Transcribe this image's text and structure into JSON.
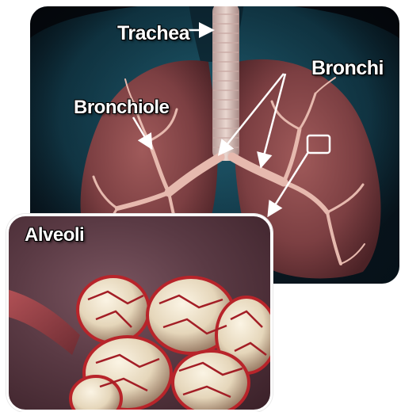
{
  "labels": {
    "trachea": "Trachea",
    "bronchi": "Bronchi",
    "bronchiole": "Bronchiole",
    "alveoli": "Alveoli"
  },
  "colors": {
    "background": "#ffffff",
    "panel_dark": "#060a10",
    "body_silhouette": "#1f6e86",
    "lung_tissue": "#8a4a4c",
    "airway_pink": "#e7b6ad",
    "alveoli_sac": "#efe4cf",
    "capillary_red": "#b8242a",
    "label_text": "#ffffff"
  }
}
